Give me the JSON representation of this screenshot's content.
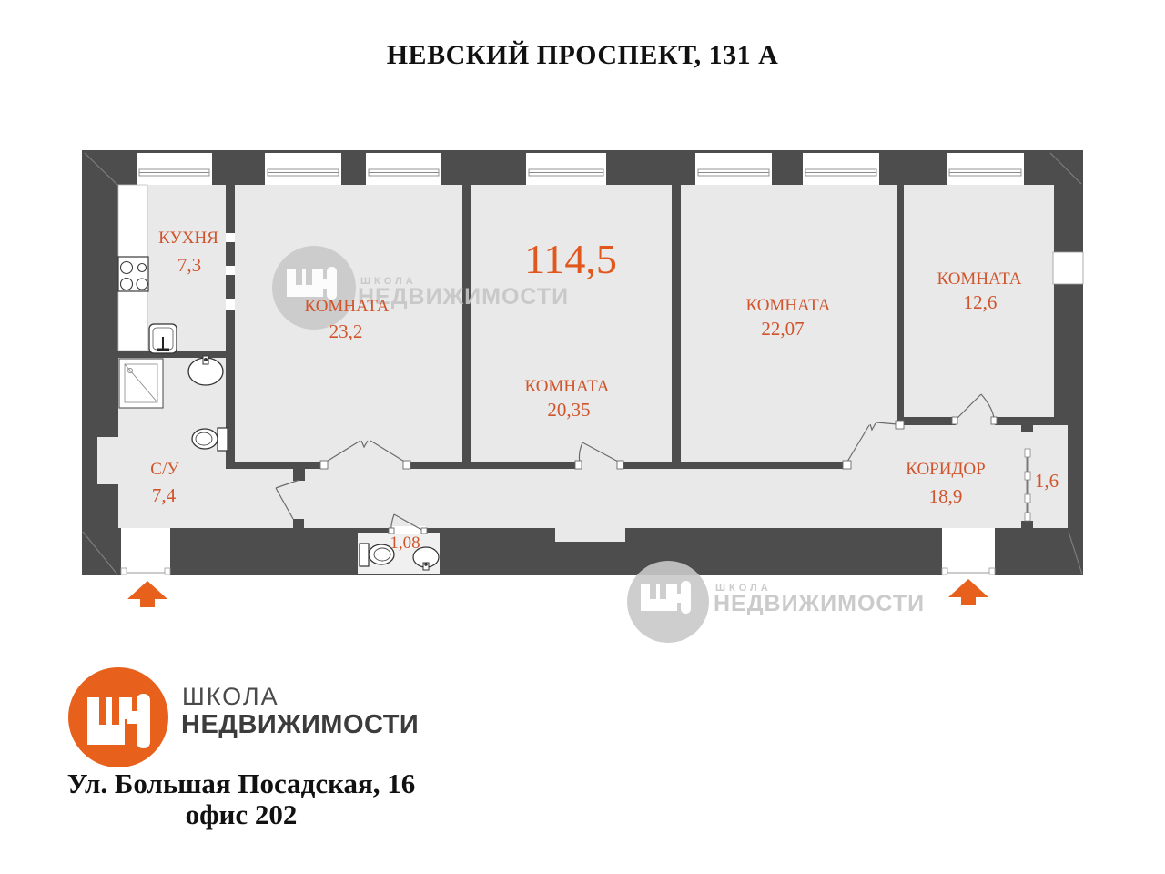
{
  "title": "НЕВСКИЙ ПРОСПЕКТ, 131 А",
  "plan": {
    "total_area": "114,5",
    "labels": {
      "kitchen": {
        "name": "КУХНЯ",
        "area": "7,3"
      },
      "room1": {
        "name": "КОМНАТА",
        "area": "23,2"
      },
      "room2": {
        "name": "КОМНАТА",
        "area": "20,35"
      },
      "room3": {
        "name": "КОМНАТА",
        "area": "22,07"
      },
      "room4": {
        "name": "КОМНАТА",
        "area": "12,6"
      },
      "bathroom": {
        "name": "С/У",
        "area": "7,4"
      },
      "corridor": {
        "name": "КОРИДОР",
        "area": "18,9"
      },
      "closet_area": "1,6",
      "wc_area": "1,08"
    }
  },
  "watermark": {
    "top": "ШКОЛА",
    "bottom": "НЕДВИЖИМОСТИ"
  },
  "logo": {
    "top": "ШКОЛА",
    "bottom": "НЕДВИЖИМОСТИ"
  },
  "address": {
    "line1": "Ул. Большая Посадская, 16",
    "line2": "офис 202"
  },
  "colors": {
    "wall": "#4d4d4d",
    "floor": "#e9e9e9",
    "room_label": "#d0542c",
    "accent_orange": "#e8611c",
    "watermark_gray": "#c9c9c9"
  }
}
